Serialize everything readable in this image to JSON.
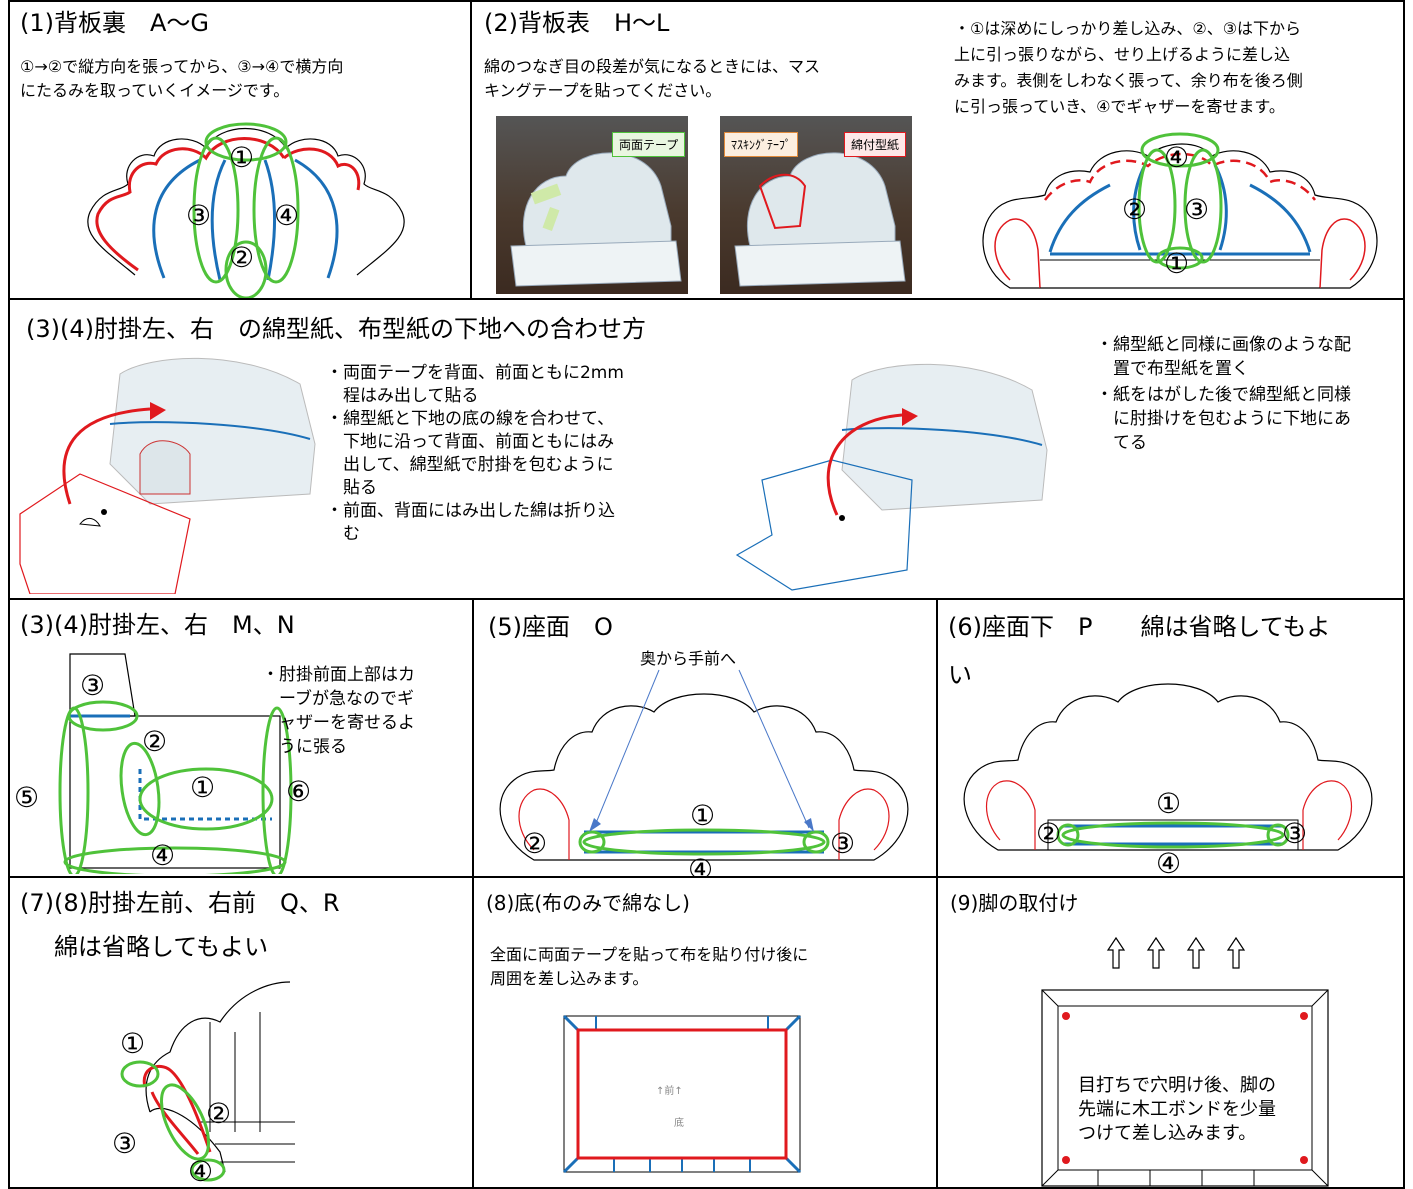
{
  "s1": {
    "title": "(1)背板裏　A〜G",
    "lines": [
      "①→②で縦方向を張ってから、③→④で横方向",
      "にたるみを取っていくイメージです。"
    ],
    "marks": [
      "①",
      "②",
      "③",
      "④"
    ]
  },
  "s2": {
    "title": "(2)背板表　H〜L",
    "lines": [
      "綿のつなぎ目の段差が気になるときには、マス",
      "キングテープを貼ってください。"
    ],
    "label_tape": "両面テープ",
    "label_mask": "ﾏｽｷﾝｸﾞﾃｰﾌﾟ",
    "label_paper": "綿付型紙"
  },
  "s2b": {
    "lines": [
      "・①は深めにしっかり差し込み、②、③は下から",
      "上に引っ張りながら、せり上げるように差し込",
      "みます。表側をしわなく張って、余り布を後ろ側",
      "に引っ張っていき、④でギャザーを寄せます。"
    ],
    "marks": [
      "④",
      "②",
      "③",
      "①"
    ]
  },
  "s3": {
    "title": "(3)(4)肘掛左、右　の綿型紙、布型紙の下地への合わせ方",
    "left_lines": [
      "・両面テープを背面、前面ともに2mm",
      "　程はみ出して貼る",
      "・綿型紙と下地の底の線を合わせて、",
      "　下地に沿って背面、前面ともにはみ",
      "　出して、綿型紙で肘掛を包むように",
      "　貼る",
      "・前面、背面にはみ出した綿は折り込",
      "　む"
    ],
    "right_lines": [
      "・綿型紙と同様に画像のような配",
      "　置で布型紙を置く",
      "・紙をはがした後で綿型紙と同様",
      "　に肘掛けを包むように下地にあ",
      "　てる"
    ]
  },
  "s4": {
    "title": "(3)(4)肘掛左、右　M、N",
    "note": [
      "・肘掛前面上部はカ",
      "　ーブが急なのでギ",
      "　ャザーを寄せるよ",
      "　うに張る"
    ],
    "marks": [
      "③",
      "②",
      "①",
      "⑤",
      "⑥",
      "④"
    ]
  },
  "s5": {
    "title": "(5)座面　O",
    "note": "奥から手前へ",
    "marks": [
      "①",
      "②",
      "③",
      "④"
    ]
  },
  "s6": {
    "title": "(6)座面下　P　　綿は省略してもよ",
    "title2": "い",
    "marks": [
      "①",
      "②",
      "③",
      "④"
    ]
  },
  "s7": {
    "title": "(7)(8)肘掛左前、右前　Q、R",
    "sub": "綿は省略してもよい",
    "marks": [
      "①",
      "②",
      "③",
      "④"
    ]
  },
  "s8": {
    "title": "(8)底(布のみで綿なし)",
    "lines": [
      "全面に両面テープを貼って布を貼り付け後に",
      "周囲を差し込みます。"
    ],
    "inner1": "↑前↑",
    "inner2": "底"
  },
  "s9": {
    "title": "(9)脚の取付け",
    "lines": [
      "目打ちで穴明け後、脚の",
      "先端に木工ボンドを少量",
      "つけて差し込みます。"
    ]
  },
  "colors": {
    "red": "#e0191e",
    "blue": "#1a6fb8",
    "green": "#4fc23a"
  }
}
